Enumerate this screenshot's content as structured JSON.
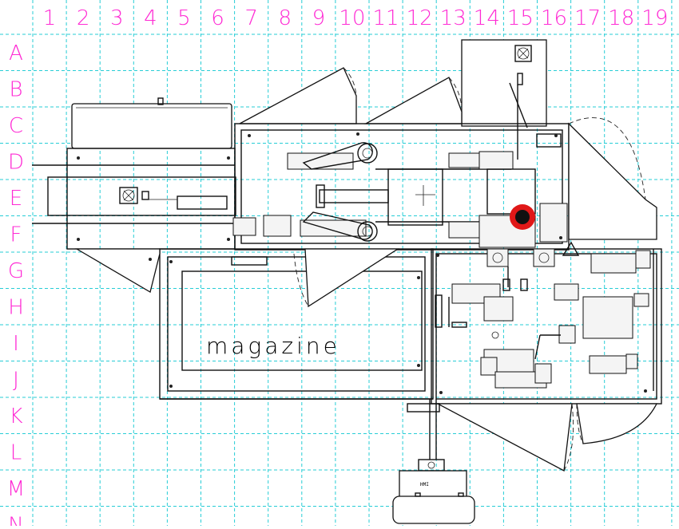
{
  "grid": {
    "columns": [
      "1",
      "2",
      "3",
      "4",
      "5",
      "6",
      "7",
      "8",
      "9",
      "10",
      "11",
      "12",
      "13",
      "14",
      "15",
      "16",
      "17",
      "18",
      "19"
    ],
    "rows": [
      "A",
      "B",
      "C",
      "D",
      "E",
      "F",
      "G",
      "H",
      "I",
      "J",
      "K",
      "L",
      "M",
      "N"
    ]
  },
  "labels": {
    "magazine": "magazine",
    "hmi": "HMI"
  },
  "marker": {
    "color": "#e01818",
    "core_color": "#111111"
  },
  "colors": {
    "grid": "#27cdd6",
    "grid_labels": "#ff2ad4",
    "drawing": "#111111"
  }
}
